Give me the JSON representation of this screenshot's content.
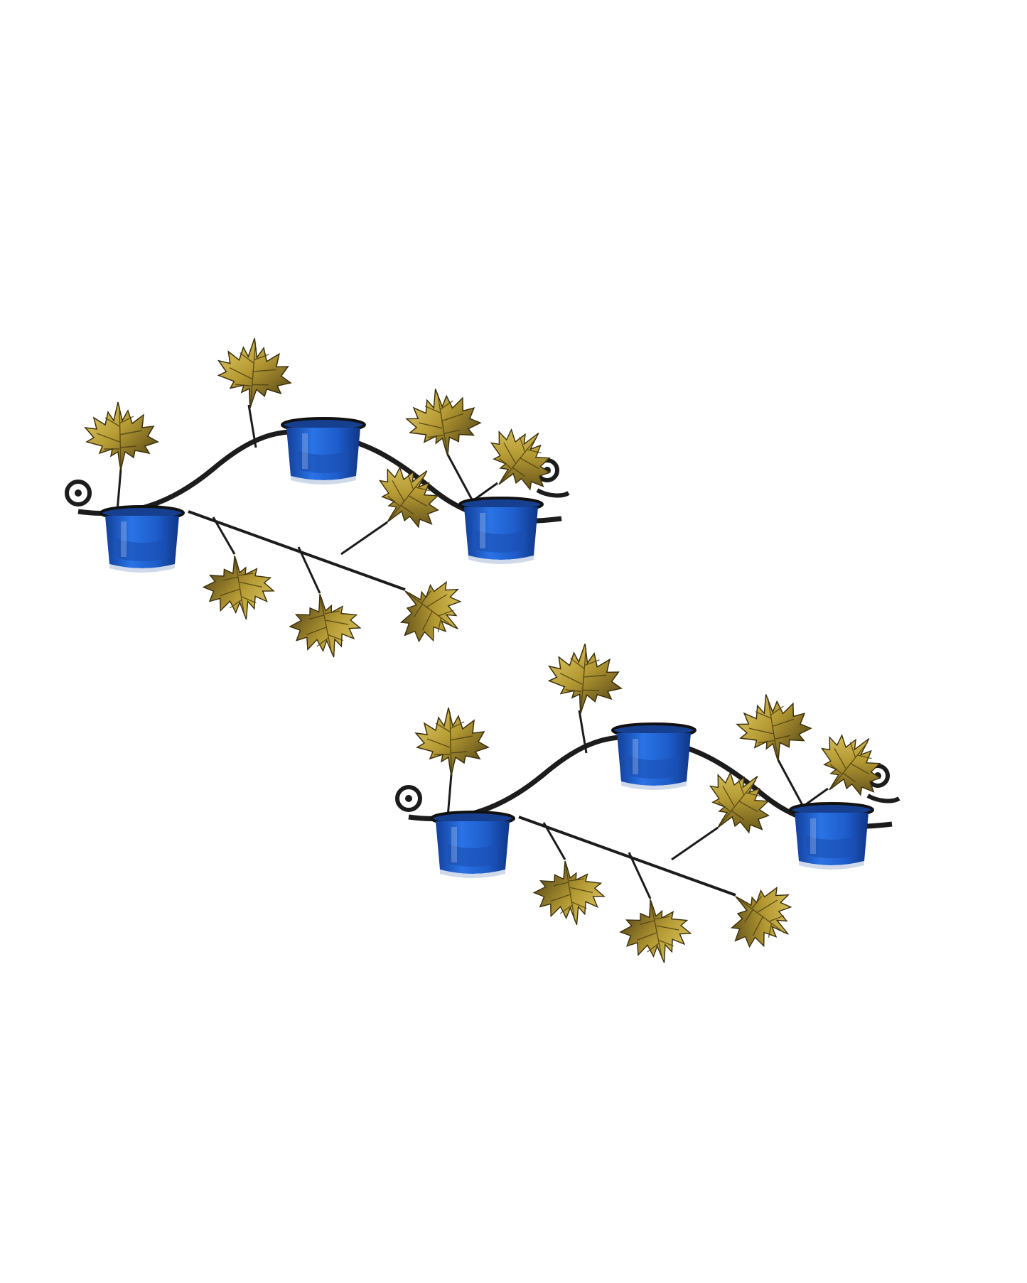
{
  "image": {
    "subject": "metal-leaf-wall-tealight-holder-pair",
    "background_color": "#ffffff",
    "leaf_color": "#b59a33",
    "leaf_shadow_color": "#4a3c12",
    "frame_color": "#1c1c1c",
    "glass_color": "#1f5fd0",
    "items_count": 2,
    "cups_per_item": 3
  }
}
